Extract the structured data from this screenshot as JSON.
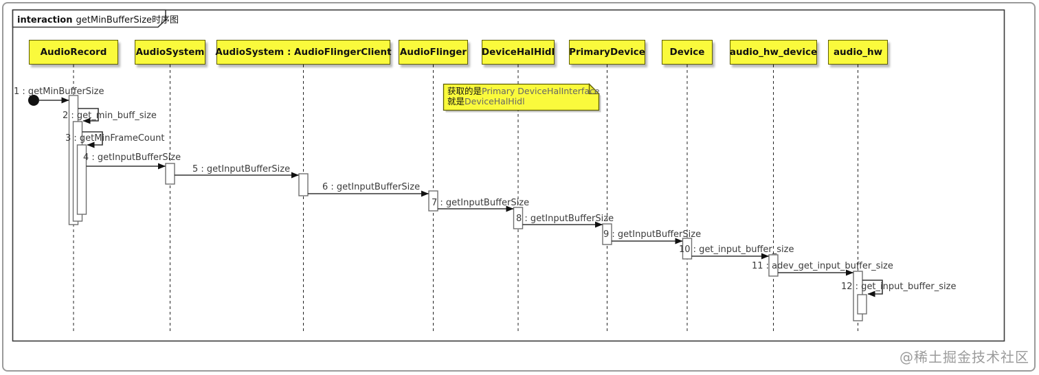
{
  "frame": {
    "keyword": "interaction",
    "title": "getMinBufferSize时序图"
  },
  "lifelines": [
    {
      "label": "AudioRecord"
    },
    {
      "label": "AudioSystem"
    },
    {
      "label": "AudioSystem : AudioFlingerClient"
    },
    {
      "label": "AudioFlinger"
    },
    {
      "label": "DeviceHalHidl"
    },
    {
      "label": "PrimaryDevice"
    },
    {
      "label": "Device"
    },
    {
      "label": "audio_hw_device"
    },
    {
      "label": "audio_hw"
    }
  ],
  "messages": [
    {
      "label": "1 : getMinBufferSize",
      "from": "start",
      "to": "AudioRecord"
    },
    {
      "label": "2 : get_min_buff_size",
      "from": "AudioRecord",
      "to": "AudioRecord"
    },
    {
      "label": "3 : getMinFrameCount",
      "from": "AudioRecord",
      "to": "AudioRecord"
    },
    {
      "label": "4 : getInputBufferSize",
      "from": "AudioRecord",
      "to": "AudioSystem"
    },
    {
      "label": "5 : getInputBufferSize",
      "from": "AudioSystem",
      "to": "AudioSystem : AudioFlingerClient"
    },
    {
      "label": "6 : getInputBufferSize",
      "from": "AudioSystem : AudioFlingerClient",
      "to": "AudioFlinger"
    },
    {
      "label": "7 : getInputBufferSize",
      "from": "AudioFlinger",
      "to": "DeviceHalHidl"
    },
    {
      "label": "8 : getInputBufferSize",
      "from": "DeviceHalHidl",
      "to": "PrimaryDevice"
    },
    {
      "label": "9 : getInputBufferSize",
      "from": "PrimaryDevice",
      "to": "Device"
    },
    {
      "label": "10 : get_input_buffer_size",
      "from": "Device",
      "to": "audio_hw_device"
    },
    {
      "label": "11 : adev_get_input_buffer_size",
      "from": "audio_hw_device",
      "to": "audio_hw"
    },
    {
      "label": "12 : get_input_buffer_size",
      "from": "audio_hw",
      "to": "audio_hw"
    }
  ],
  "note": {
    "line1_cjk": "获取的是",
    "line1_en": "Primary DeviceHalInterface",
    "line2_cjk": "就是",
    "line2_en": "DeviceHalHidl"
  },
  "watermark": "@稀土掘金技术社区",
  "colors": {
    "lifeline_fill": "#FAFA3C",
    "lifeline_border": "#5C5C00",
    "note_fill": "#FAFA3C",
    "frame_border": "#3A3A3A",
    "outer_border": "#9A9A9A",
    "arrow": "#333333",
    "message_text": "#3A3A3A",
    "activation_fill": "#FFFFFF",
    "activation_border": "#6E6E6E",
    "watermark_text": "#9B9B9B"
  }
}
